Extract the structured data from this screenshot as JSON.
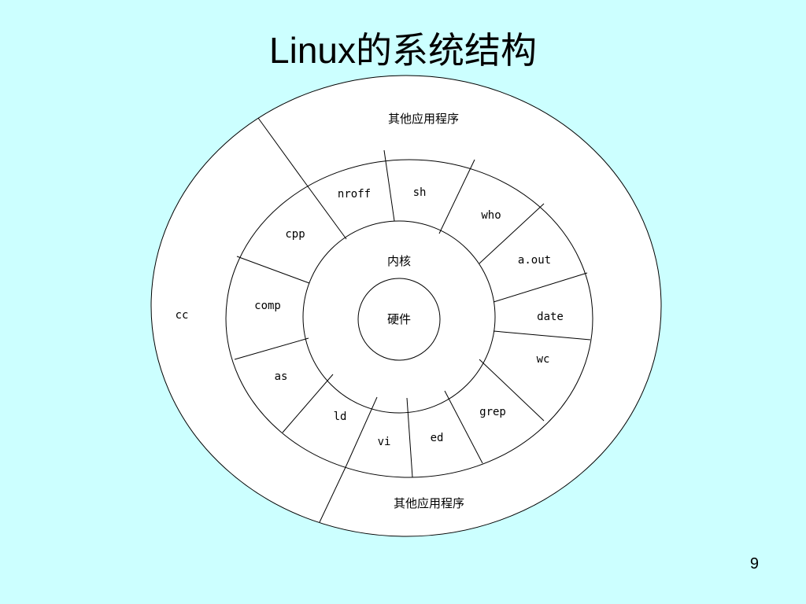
{
  "slide": {
    "title": "Linux的系统结构",
    "page_number": "9"
  },
  "diagram": {
    "outer_ring_label_top": "其他应用程序",
    "outer_ring_label_bottom": "其他应用程序",
    "outer_ring_label_left": "cc",
    "kernel_label": "内核",
    "hardware_label": "硬件",
    "programs": {
      "nroff": "nroff",
      "sh": "sh",
      "who": "who",
      "aout": "a.out",
      "date": "date",
      "wc": "wc",
      "grep": "grep",
      "ed": "ed",
      "vi": "vi",
      "ld": "ld",
      "as": "as",
      "comp": "comp",
      "cpp": "cpp"
    }
  }
}
